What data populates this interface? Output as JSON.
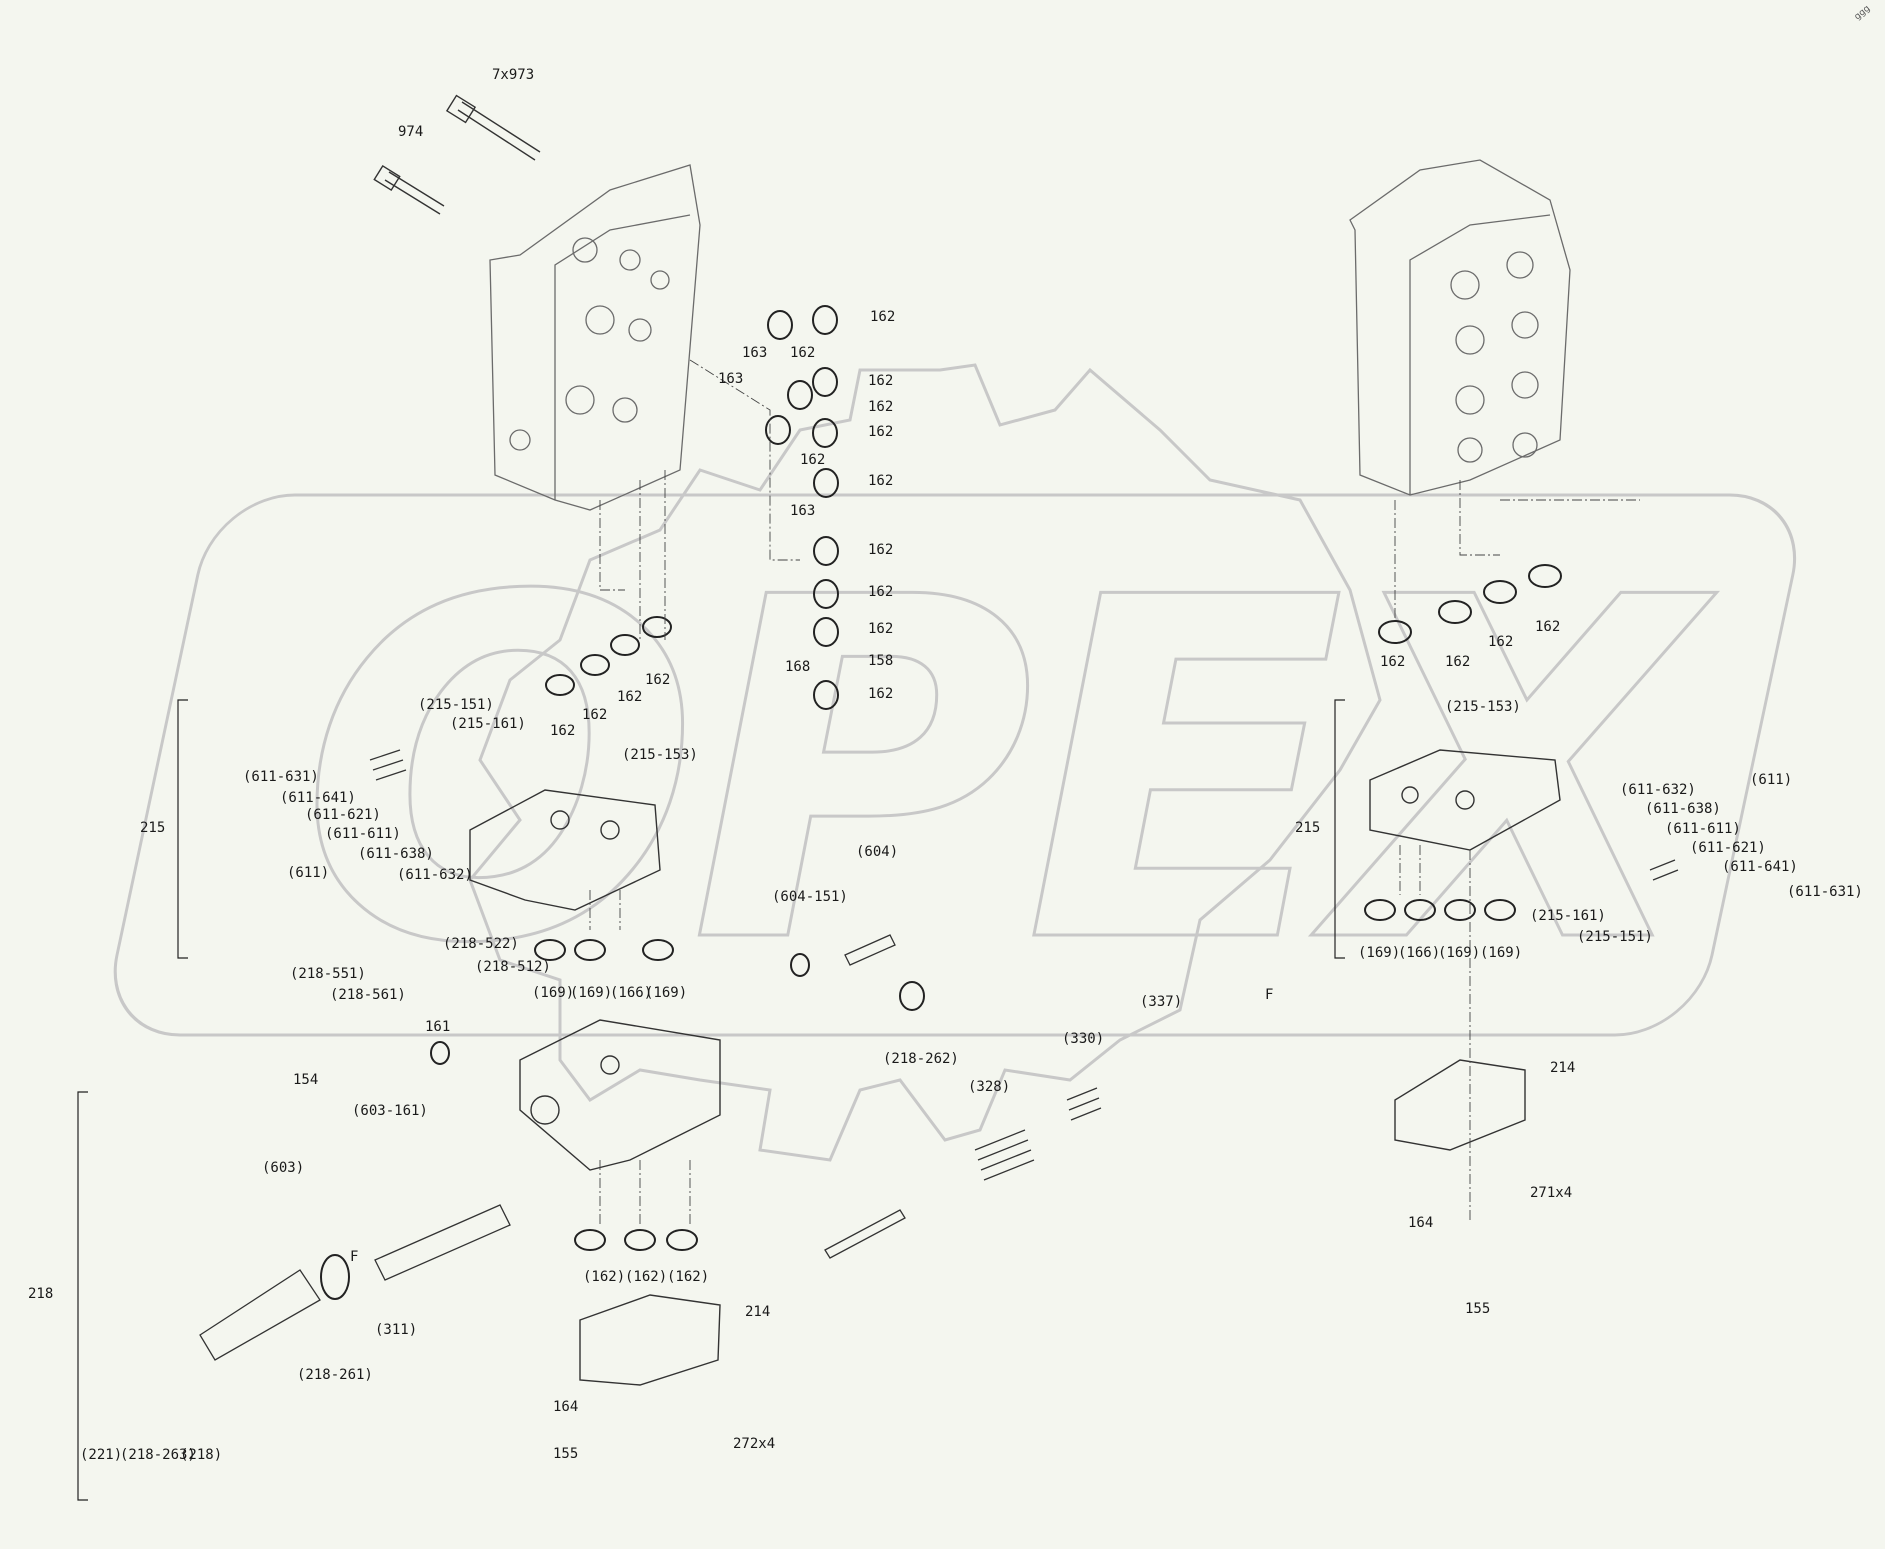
{
  "watermark": {
    "text": "OPEX",
    "color": "#c8c8c8"
  },
  "corner_mark": "ggg",
  "callouts": [
    {
      "id": "l1",
      "text": "7x973"
    },
    {
      "id": "l2",
      "text": "974"
    },
    {
      "id": "l3",
      "text": "162"
    },
    {
      "id": "l4",
      "text": "163"
    },
    {
      "id": "l5",
      "text": "162"
    },
    {
      "id": "l6",
      "text": "163"
    },
    {
      "id": "l7",
      "text": "162"
    },
    {
      "id": "l8",
      "text": "162"
    },
    {
      "id": "l9",
      "text": "162"
    },
    {
      "id": "l10",
      "text": "162"
    },
    {
      "id": "l11",
      "text": "162"
    },
    {
      "id": "l12",
      "text": "163"
    },
    {
      "id": "l13",
      "text": "162"
    },
    {
      "id": "l14",
      "text": "162"
    },
    {
      "id": "l15",
      "text": "162"
    },
    {
      "id": "l16",
      "text": "168"
    },
    {
      "id": "l17",
      "text": "158"
    },
    {
      "id": "l18",
      "text": "162"
    },
    {
      "id": "l19",
      "text": "162"
    },
    {
      "id": "l20",
      "text": "162"
    },
    {
      "id": "l21",
      "text": "162"
    },
    {
      "id": "l22",
      "text": "162"
    },
    {
      "id": "l23",
      "text": "(215-151)"
    },
    {
      "id": "l24",
      "text": "(215-161)"
    },
    {
      "id": "l25",
      "text": "(215-153)"
    },
    {
      "id": "l26",
      "text": "(611-631)"
    },
    {
      "id": "l27",
      "text": "(611-641)"
    },
    {
      "id": "l28",
      "text": "(611-621)"
    },
    {
      "id": "l29",
      "text": "(611-611)"
    },
    {
      "id": "l30",
      "text": "(611-638)"
    },
    {
      "id": "l31",
      "text": "(611-632)"
    },
    {
      "id": "l32",
      "text": "(611)"
    },
    {
      "id": "l33",
      "text": "215"
    },
    {
      "id": "l34",
      "text": "(169)"
    },
    {
      "id": "l35",
      "text": "(169)"
    },
    {
      "id": "l36",
      "text": "(166)"
    },
    {
      "id": "l37",
      "text": "(169)"
    },
    {
      "id": "l38",
      "text": "(218-551)"
    },
    {
      "id": "l39",
      "text": "(218-561)"
    },
    {
      "id": "l40",
      "text": "(218-522)"
    },
    {
      "id": "l41",
      "text": "(218-512)"
    },
    {
      "id": "l42",
      "text": "161"
    },
    {
      "id": "l43",
      "text": "154"
    },
    {
      "id": "l44",
      "text": "(603-161)"
    },
    {
      "id": "l45",
      "text": "(603)"
    },
    {
      "id": "l46",
      "text": "218"
    },
    {
      "id": "l47",
      "text": "(311)"
    },
    {
      "id": "l48",
      "text": "(218-261)"
    },
    {
      "id": "l49",
      "text": "(221)"
    },
    {
      "id": "l50",
      "text": "(218-263)"
    },
    {
      "id": "l51",
      "text": "(218)"
    },
    {
      "id": "l52",
      "text": "(162)"
    },
    {
      "id": "l53",
      "text": "(162)"
    },
    {
      "id": "l54",
      "text": "(162)"
    },
    {
      "id": "l55",
      "text": "214"
    },
    {
      "id": "l56",
      "text": "164"
    },
    {
      "id": "l57",
      "text": "155"
    },
    {
      "id": "l58",
      "text": "272x4"
    },
    {
      "id": "l59",
      "text": "(604)"
    },
    {
      "id": "l60",
      "text": "(604-151)"
    },
    {
      "id": "l61",
      "text": "(218-262)"
    },
    {
      "id": "l62",
      "text": "(328)"
    },
    {
      "id": "l63",
      "text": "(330)"
    },
    {
      "id": "l64",
      "text": "(337)"
    },
    {
      "id": "l65",
      "text": "F"
    },
    {
      "id": "l66",
      "text": "F"
    },
    {
      "id": "l67",
      "text": "162"
    },
    {
      "id": "l68",
      "text": "162"
    },
    {
      "id": "l69",
      "text": "162"
    },
    {
      "id": "l70",
      "text": "162"
    },
    {
      "id": "l71",
      "text": "(215-153)"
    },
    {
      "id": "l72",
      "text": "(611)"
    },
    {
      "id": "l73",
      "text": "(611-632)"
    },
    {
      "id": "l74",
      "text": "(611-638)"
    },
    {
      "id": "l75",
      "text": "(611-611)"
    },
    {
      "id": "l76",
      "text": "(611-621)"
    },
    {
      "id": "l77",
      "text": "(611-641)"
    },
    {
      "id": "l78",
      "text": "(611-631)"
    },
    {
      "id": "l79",
      "text": "215"
    },
    {
      "id": "l80",
      "text": "(215-161)"
    },
    {
      "id": "l81",
      "text": "(215-151)"
    },
    {
      "id": "l82",
      "text": "(169)"
    },
    {
      "id": "l83",
      "text": "(166)"
    },
    {
      "id": "l84",
      "text": "(169)"
    },
    {
      "id": "l85",
      "text": "(169)"
    },
    {
      "id": "l86",
      "text": "214"
    },
    {
      "id": "l87",
      "text": "271x4"
    },
    {
      "id": "l88",
      "text": "164"
    },
    {
      "id": "l89",
      "text": "155"
    }
  ]
}
